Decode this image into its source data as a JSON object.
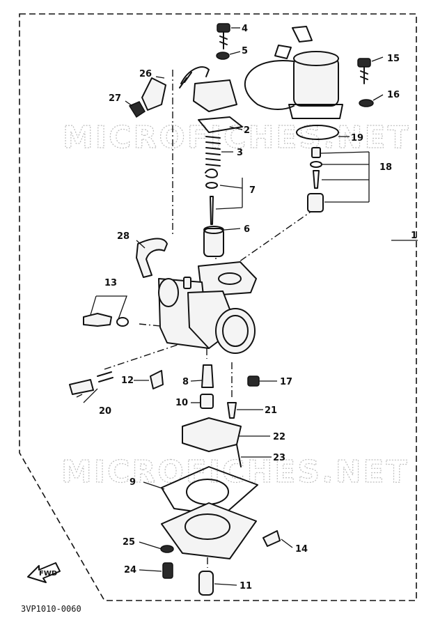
{
  "watermarks": [
    "MICROFICHES.NET",
    "MICROFICHES.NET"
  ],
  "diagram_code": "3VP1010-0060",
  "fwd_label": "FWD",
  "callouts": {
    "c1": "1",
    "c2": "2",
    "c3": "3",
    "c4": "4",
    "c5": "5",
    "c6": "6",
    "c7": "7",
    "c8": "8",
    "c9": "9",
    "c10": "10",
    "c11": "11",
    "c12": "12",
    "c13": "13",
    "c14": "14",
    "c15": "15",
    "c16": "16",
    "c17": "17",
    "c18": "18",
    "c19": "19",
    "c20": "20",
    "c21": "21",
    "c22": "22",
    "c23": "23",
    "c24": "24",
    "c25": "25",
    "c26": "26",
    "c27": "27",
    "c28": "28"
  }
}
